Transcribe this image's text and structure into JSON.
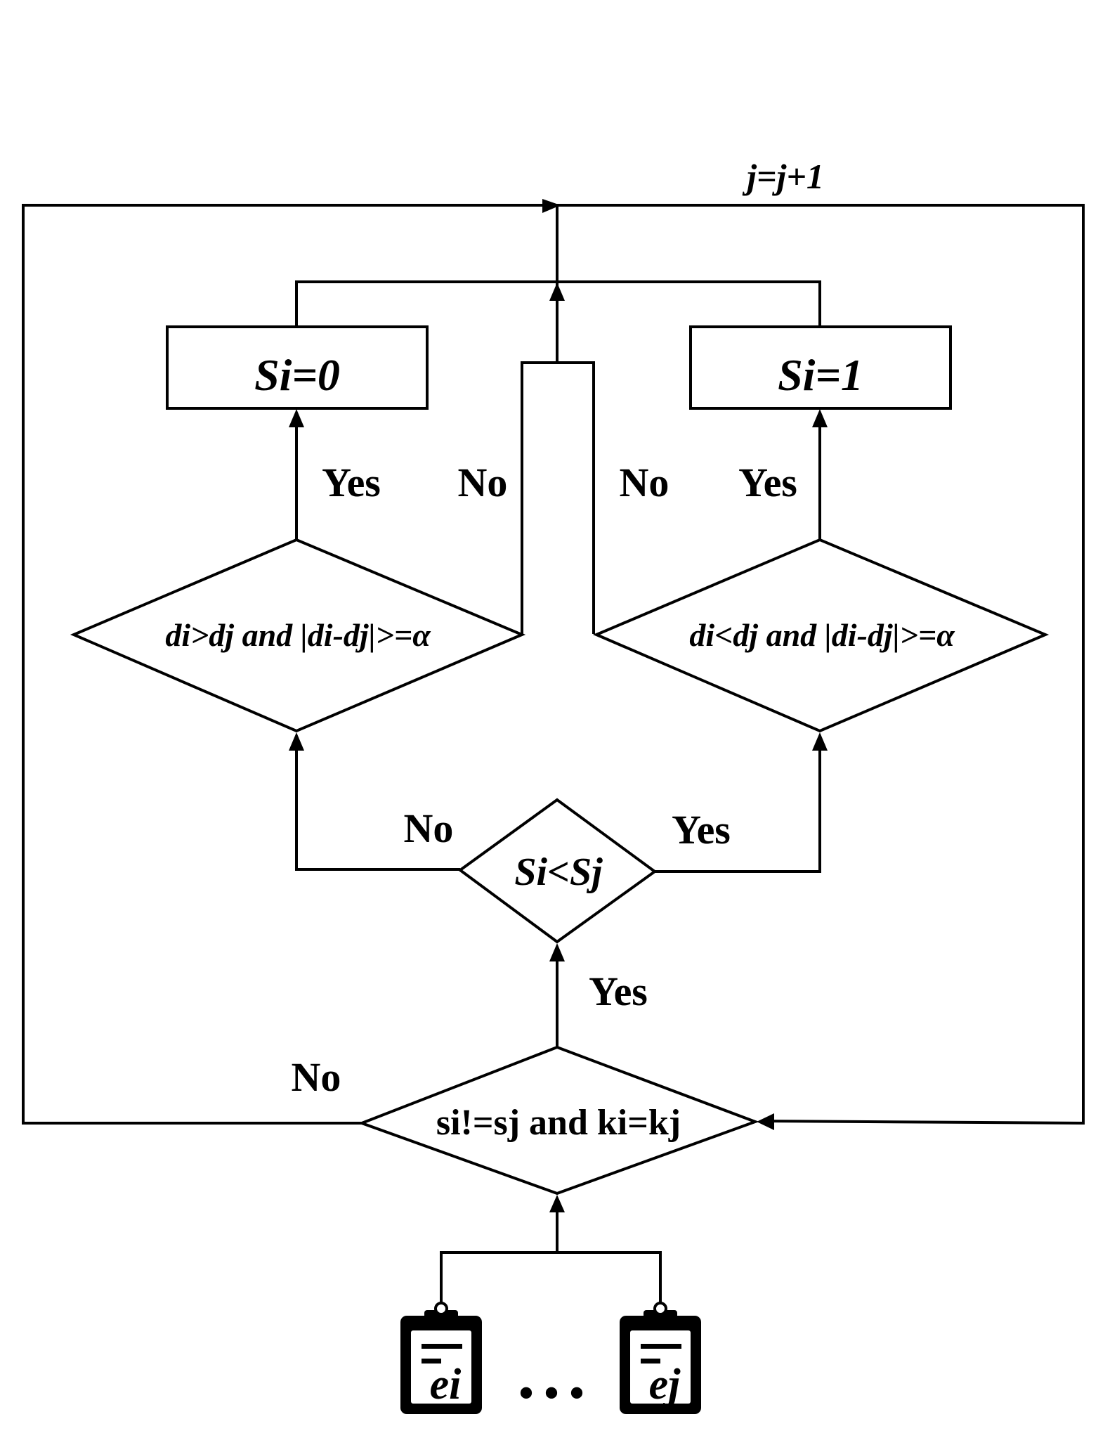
{
  "loop_label": "j=j+1",
  "boxes": {
    "left": "Si=0",
    "right": "Si=1"
  },
  "decisions": {
    "left": "di>dj and |di-dj|>=α",
    "right": "di<dj and |di-dj|>=α",
    "middle": "Si<Sj",
    "bottom": "si!=sj and ki=kj"
  },
  "edge_labels": {
    "left_yes": "Yes",
    "left_no": "No",
    "right_no": "No",
    "right_yes": "Yes",
    "middle_no": "No",
    "middle_yes": "Yes",
    "bottom_yes": "Yes",
    "bottom_no": "No"
  },
  "documents": {
    "left": "ei",
    "right": "ej",
    "ellipsis": "• • •"
  },
  "icons": [
    "clipboard-icon",
    "clipboard-icon"
  ]
}
